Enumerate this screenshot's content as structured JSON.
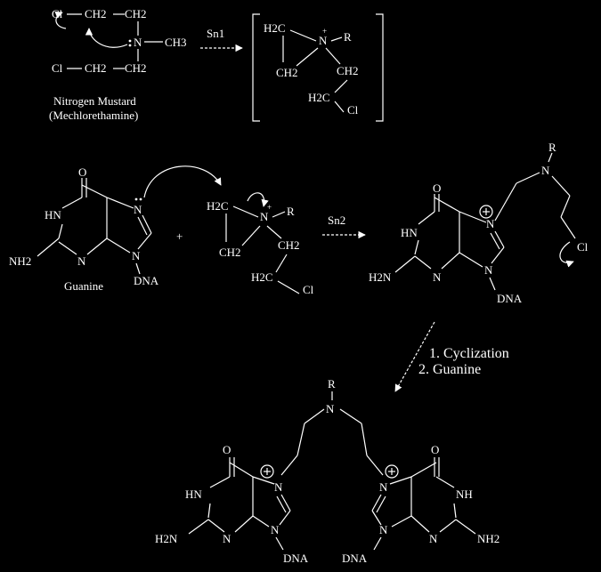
{
  "diagram": {
    "nitrogen_mustard_label": "Nitrogen Mustard",
    "mechlorethamine_label": "(Mechlorethamine)",
    "guanine_label": "Guanine",
    "step1_condition": "Sn1",
    "step2_condition": "Sn2",
    "step3_line1": "1. Cyclization",
    "step3_line2": "2. Guanine",
    "atoms": {
      "cl": "Cl",
      "ch2": "CH2",
      "h2c": "H2C",
      "n": "N",
      "ch3": "CH3",
      "r": "R",
      "nh": "N",
      "h": "H",
      "o": "O",
      "nh2": "NH2",
      "h2n": "H2N",
      "dna": "DNA",
      "plus": "+"
    }
  }
}
